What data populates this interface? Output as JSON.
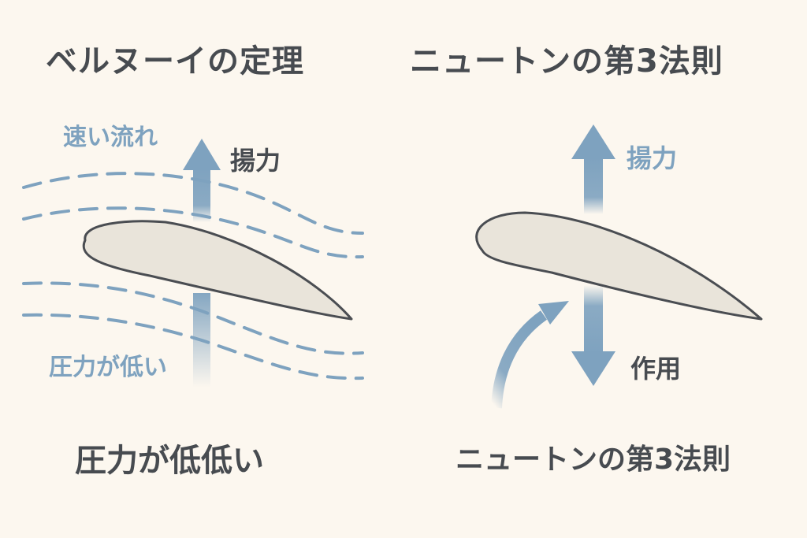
{
  "bernoulli": {
    "title": "ベルヌーイの定理",
    "fast_flow_label": "速い流れ",
    "lift_label": "揚力",
    "low_pressure_label": "圧力が低い",
    "caption": "圧力が低低い"
  },
  "newton": {
    "title": "ニュートンの第3法則",
    "lift_label": "揚力",
    "action_label": "作用",
    "caption": "ニュートンの第3法則"
  },
  "colors": {
    "background": "#fcf7ef",
    "text_dark": "#474b50",
    "accent_blue": "#7ea2bf",
    "airfoil_fill": "#e9e4da",
    "airfoil_stroke": "#4a4d52"
  }
}
